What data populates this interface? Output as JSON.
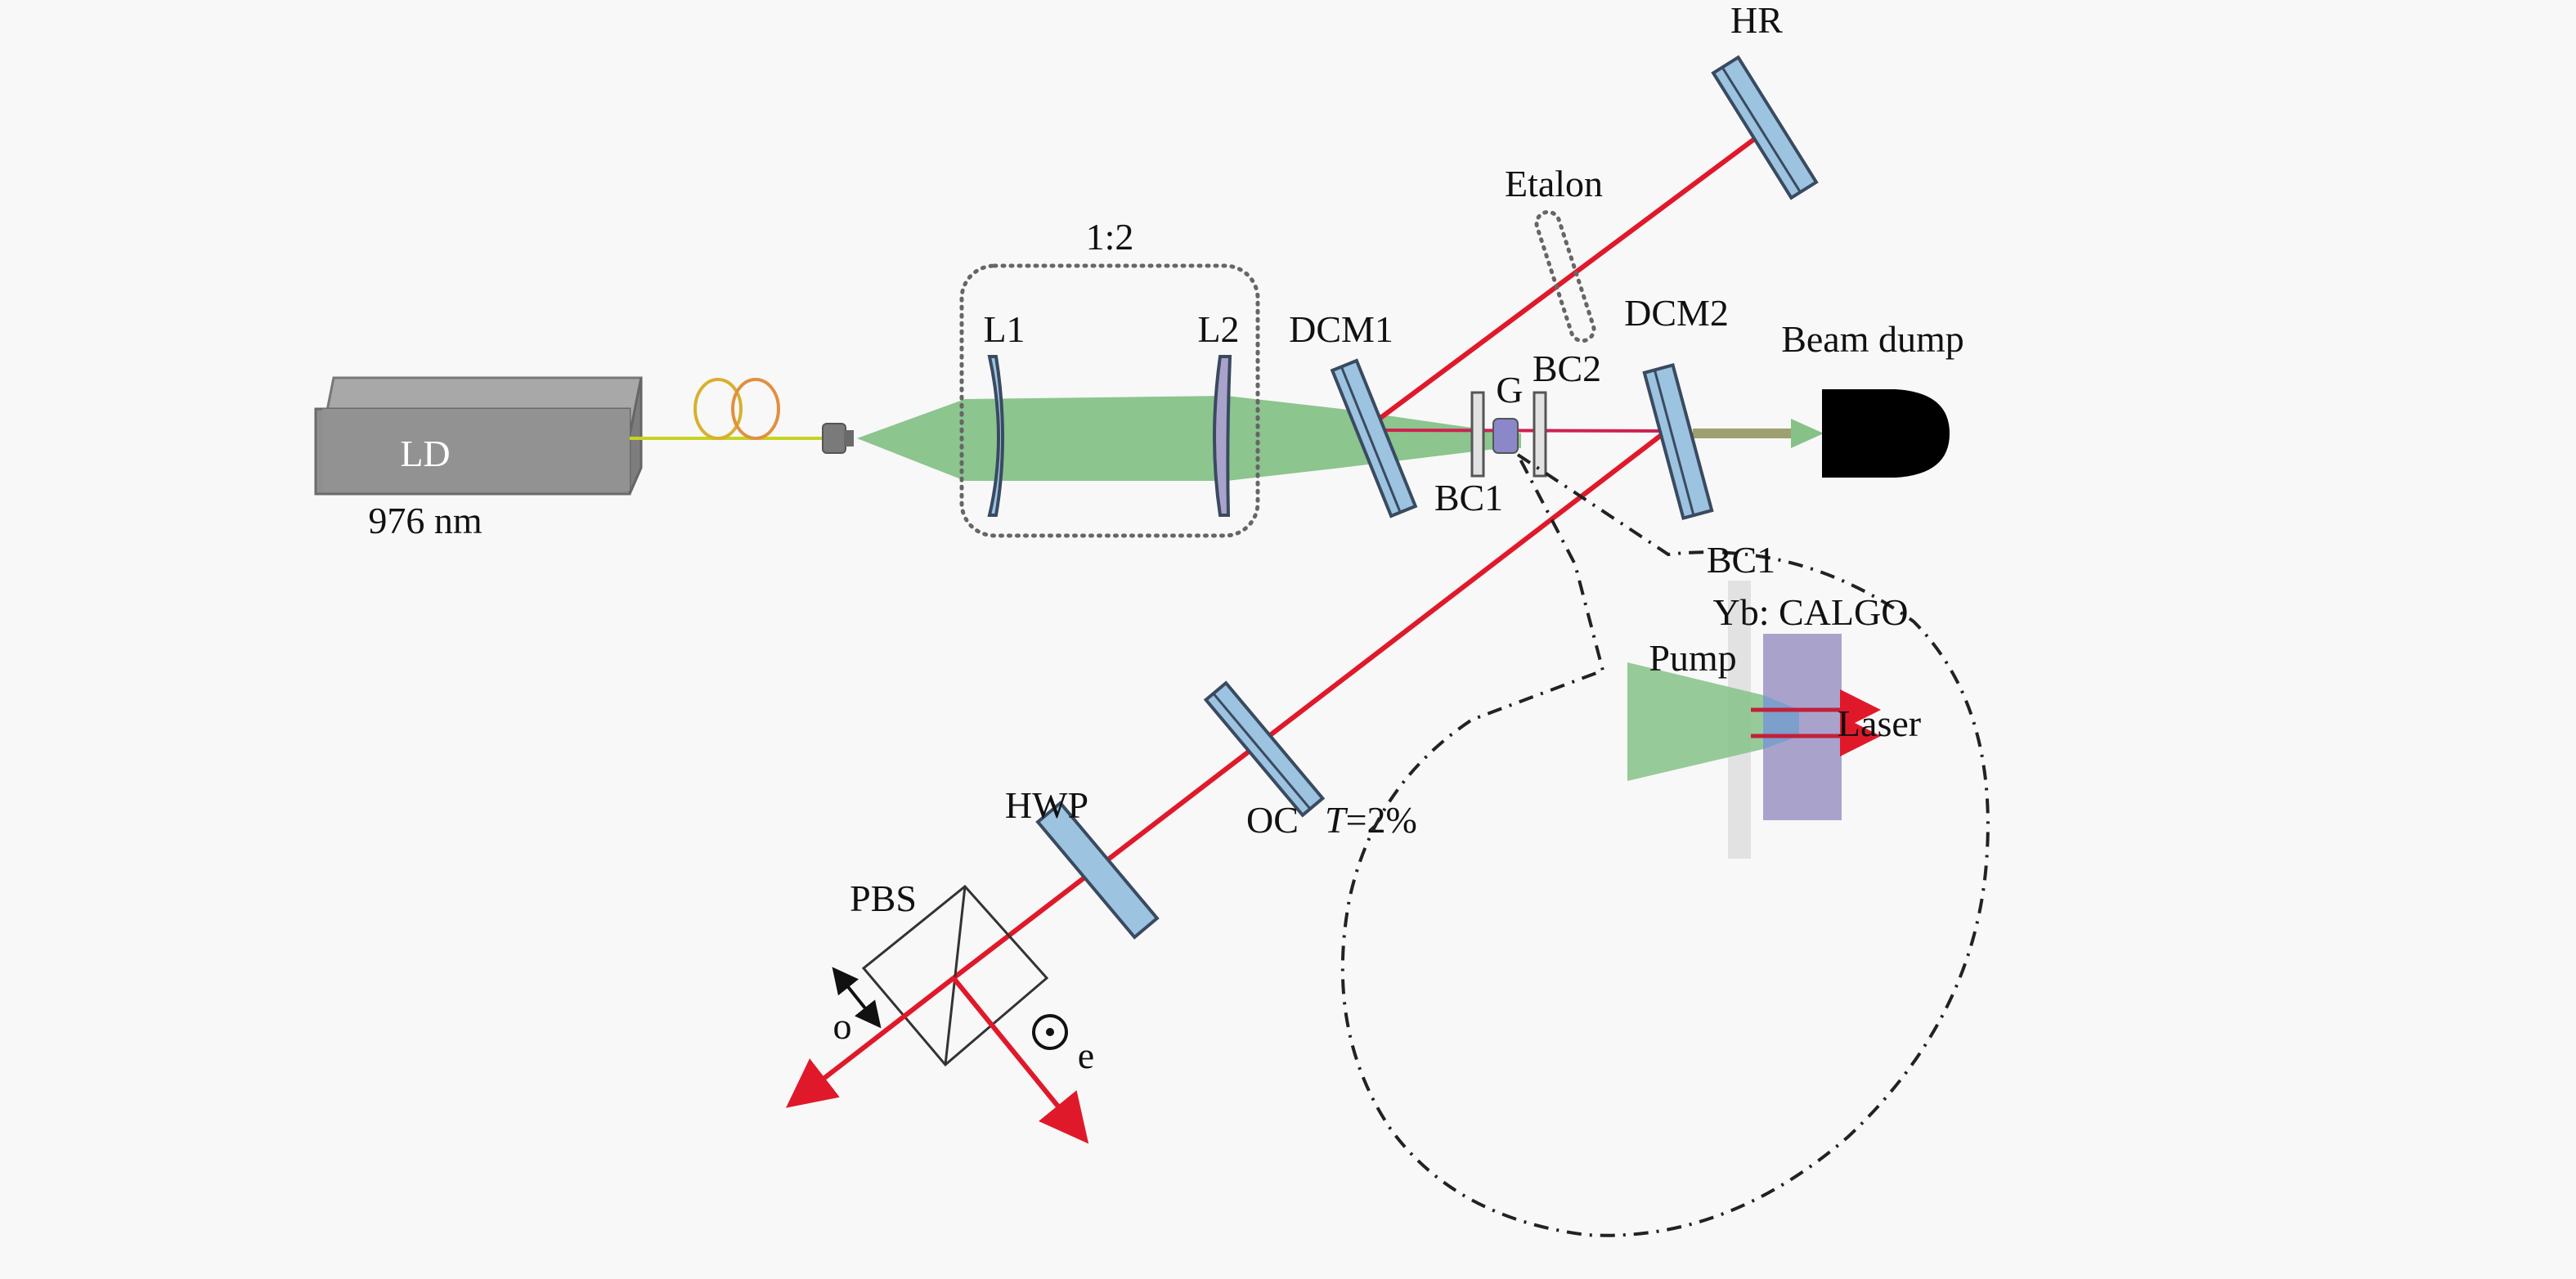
{
  "figure": {
    "description": "Optical setup of Yb:CALGO laser with dichroic mirrors, etalon, output coupler and polarization analysis",
    "colors": {
      "pump_beam": "#86c288",
      "laser_beam": "#e0192a",
      "optic_fill": "#9cc3e0",
      "crystal_fill": "#a9a3cc",
      "brewster_plate": "#e2e2e2",
      "laser_diode": "#8f8f8f",
      "beam_dump": "#000000",
      "fiber_coil": "#e0a030",
      "background": "#f8f8f8"
    }
  },
  "labels": {
    "laser_diode": "LD",
    "pump_wavelength": "976 nm",
    "telescope_ratio": "1:2",
    "lens1": "L1",
    "lens2": "L2",
    "dcm1": "DCM1",
    "dcm2": "DCM2",
    "high_reflector": "HR",
    "etalon": "Etalon",
    "brewster_plate1": "BC1",
    "brewster_plate2": "BC2",
    "gain_medium_short": "G",
    "beam_dump": "Beam dump",
    "output_coupler": "OC",
    "oc_transmission_symbol": "T",
    "oc_transmission_value": "=2%",
    "half_wave_plate": "HWP",
    "polarizing_beam_splitter": "PBS",
    "ordinary_polarization": "o",
    "extraordinary_polarization": "e"
  },
  "inset": {
    "plate_label": "BC1",
    "crystal_label": "Yb: CALGO",
    "pump_label": "Pump",
    "laser_label": "Laser"
  }
}
